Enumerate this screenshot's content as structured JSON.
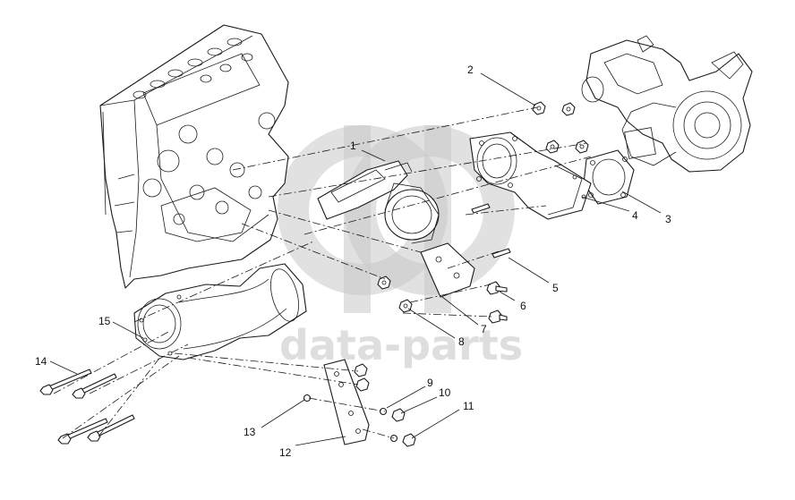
{
  "watermark": {
    "text": "data-parts",
    "color": "#c9c9c9"
  },
  "callouts": [
    {
      "id": "c1",
      "label": "1"
    },
    {
      "id": "c2",
      "label": "2"
    },
    {
      "id": "c3",
      "label": "3"
    },
    {
      "id": "c4",
      "label": "4"
    },
    {
      "id": "c5",
      "label": "5"
    },
    {
      "id": "c6",
      "label": "6"
    },
    {
      "id": "c7",
      "label": "7"
    },
    {
      "id": "c8",
      "label": "8"
    },
    {
      "id": "c9",
      "label": "9"
    },
    {
      "id": "c10",
      "label": "10"
    },
    {
      "id": "c11",
      "label": "11"
    },
    {
      "id": "c12",
      "label": "12"
    },
    {
      "id": "c13",
      "label": "13"
    },
    {
      "id": "c14",
      "label": "14"
    },
    {
      "id": "c15",
      "label": "15"
    }
  ]
}
